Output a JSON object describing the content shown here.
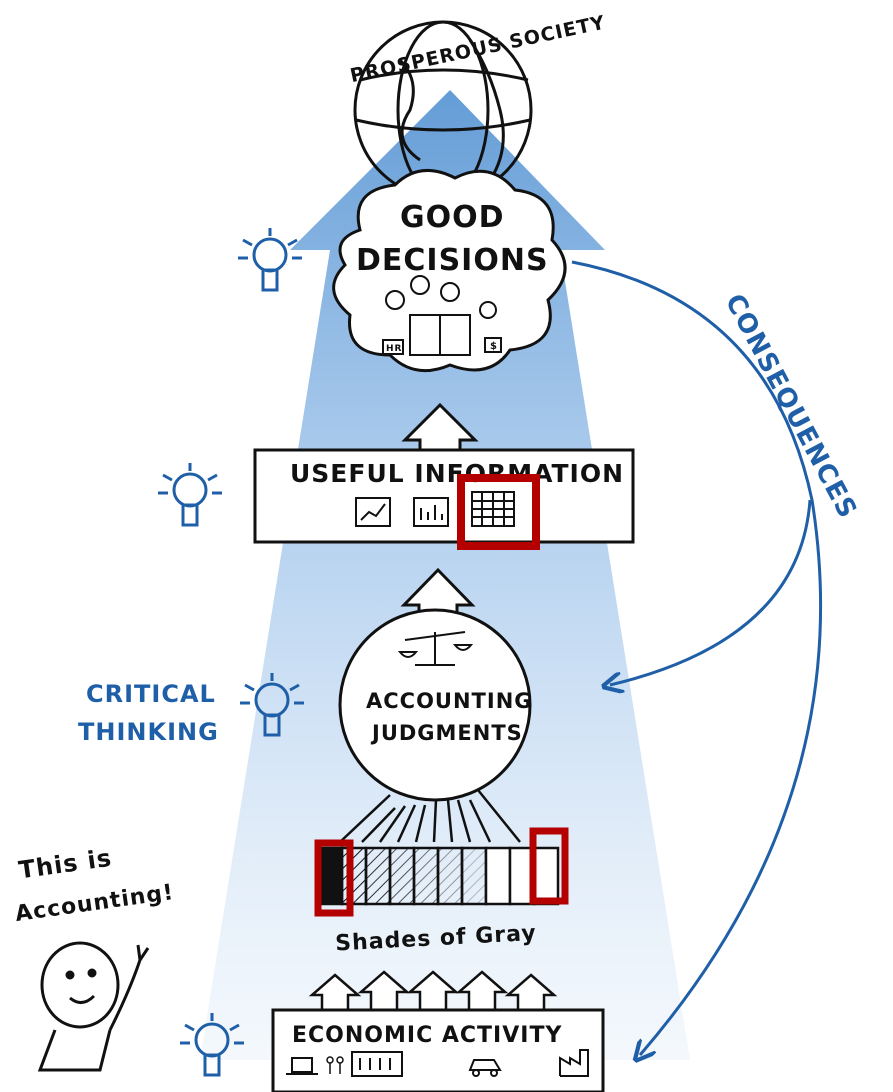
{
  "labels": {
    "top": "PROSPEROUS SOCIETY",
    "good_decisions_line1": "GOOD",
    "good_decisions_line2": "DECISIONS",
    "useful_information": "USEFUL INFORMATION",
    "accounting_judgments_line1": "ACCOUNTING",
    "accounting_judgments_line2": "JUDGMENTS",
    "critical_thinking_line1": "CRITICAL",
    "critical_thinking_line2": "THINKING",
    "shades_of_gray": "Shades of Gray",
    "economic_activity": "ECONOMIC ACTIVITY",
    "consequences": "CONSEQUENCES",
    "this_is_line1": "This is",
    "this_is_line2": "Accounting!",
    "hr_tag": "HR",
    "dollar_tag": "$"
  },
  "colors": {
    "funnel_blue": "#5b97d4",
    "ink": "#111111",
    "accent_blue": "#1f5fa8",
    "highlight_red": "#b50000"
  },
  "icons": [
    "globe-icon",
    "lightbulb-icon",
    "scale-icon",
    "line-chart-icon",
    "bar-chart-icon",
    "table-icon",
    "factory-icon",
    "car-icon",
    "laptop-icon",
    "building-icon",
    "people-icon"
  ]
}
